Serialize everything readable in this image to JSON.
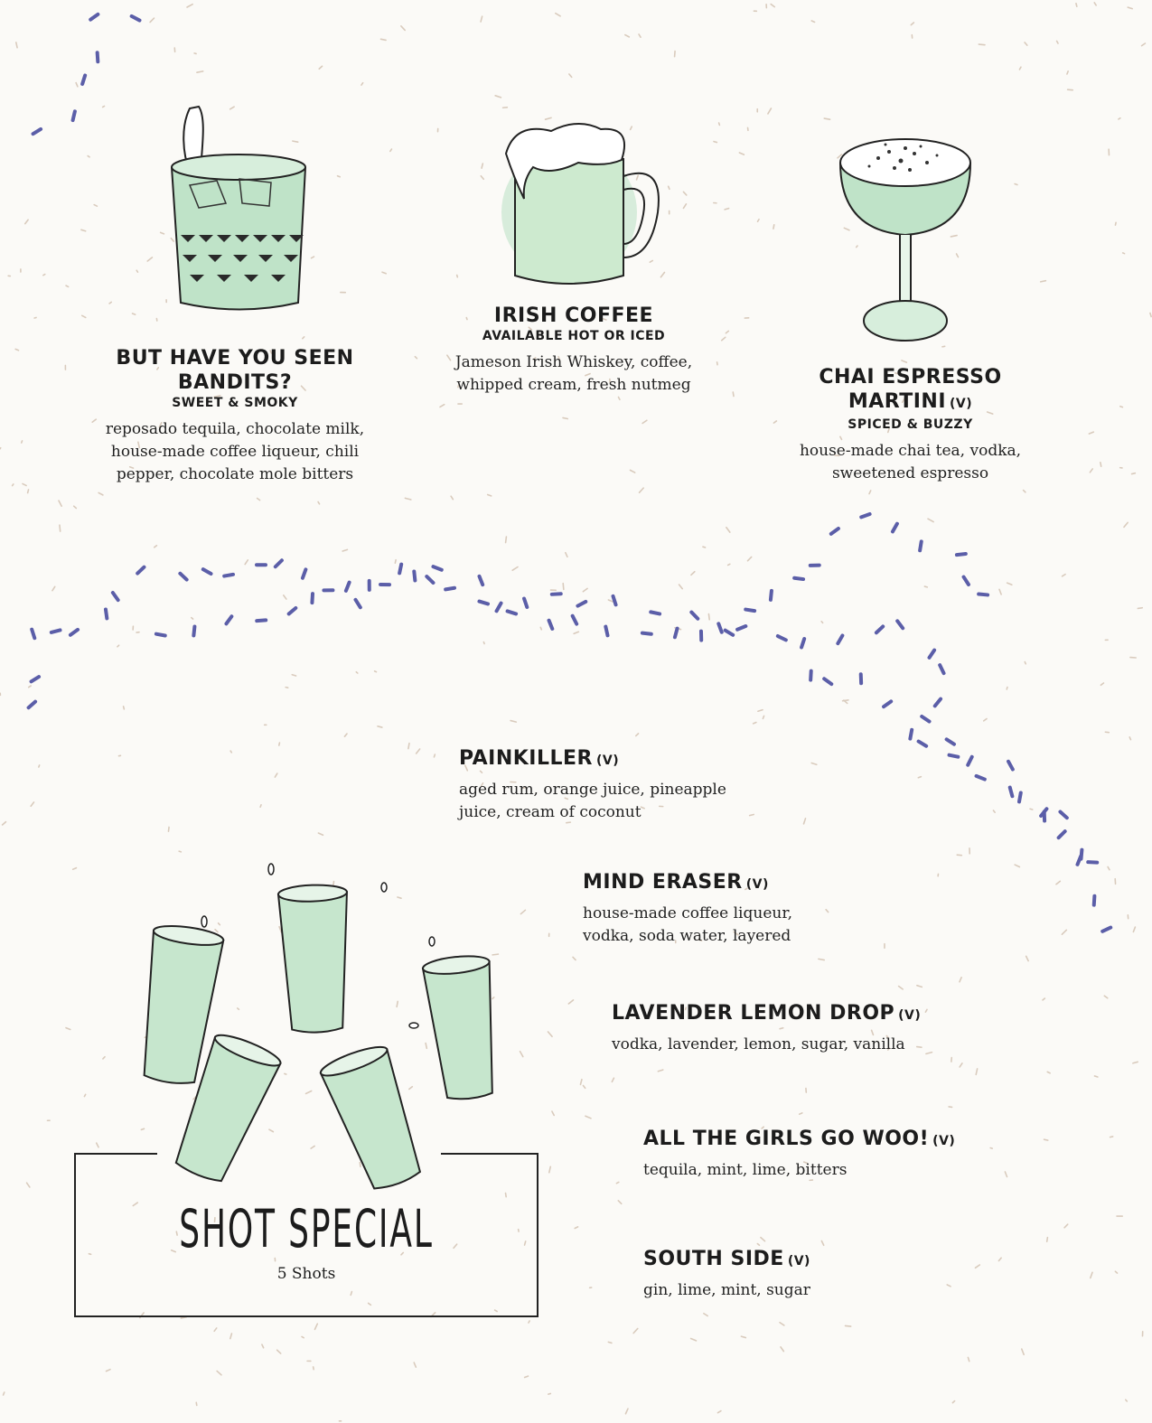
{
  "colors": {
    "background": "#fbfaf7",
    "ink": "#1c1c1c",
    "mint_wash": "#a9d9b6",
    "confetti": "#5b5ea8",
    "speckle": "#d9cbbd"
  },
  "featured_cocktails": [
    {
      "title_lines": [
        "BUT HAVE YOU SEEN",
        "BANDITS?"
      ],
      "veg": "",
      "subtitle": "SWEET & SMOKY",
      "desc_lines": [
        "reposado tequila, chocolate milk,",
        "house-made coffee liqueur, chili",
        "pepper, chocolate mole bitters"
      ],
      "illustration": "rocks-glass-icon"
    },
    {
      "title_lines": [
        "IRISH COFFEE"
      ],
      "veg": "",
      "subtitle": "AVAILABLE HOT OR ICED",
      "desc_lines": [
        "Jameson Irish Whiskey, coffee,",
        "whipped cream, fresh nutmeg"
      ],
      "illustration": "coffee-mug-icon"
    },
    {
      "title_lines": [
        "CHAI ESPRESSO MARTINI"
      ],
      "veg": "(V)",
      "subtitle": "SPICED & BUZZY",
      "desc_lines": [
        "house-made chai tea, vodka,",
        "sweetened espresso"
      ],
      "illustration": "coupe-glass-icon"
    }
  ],
  "cocktails": [
    {
      "title": "PAINKILLER",
      "veg": "(V)",
      "desc_lines": [
        "aged rum, orange juice, pineapple",
        "juice, cream of coconut"
      ]
    },
    {
      "title": "MIND ERASER",
      "veg": "(V)",
      "desc_lines": [
        "house-made coffee liqueur,",
        "vodka, soda water, layered"
      ]
    },
    {
      "title": "LAVENDER LEMON DROP",
      "veg": "(V)",
      "desc_lines": [
        "vodka, lavender, lemon, sugar, vanilla"
      ]
    },
    {
      "title": "ALL THE GIRLS GO WOO!",
      "veg": "(V)",
      "desc_lines": [
        "tequila, mint, lime, bitters"
      ]
    },
    {
      "title": "SOUTH SIDE",
      "veg": "(V)",
      "desc_lines": [
        "gin, lime, mint, sugar"
      ]
    }
  ],
  "shot_special": {
    "title": "SHOT SPECIAL",
    "subtitle": "5 Shots",
    "illustration": "shot-glasses-icon"
  }
}
